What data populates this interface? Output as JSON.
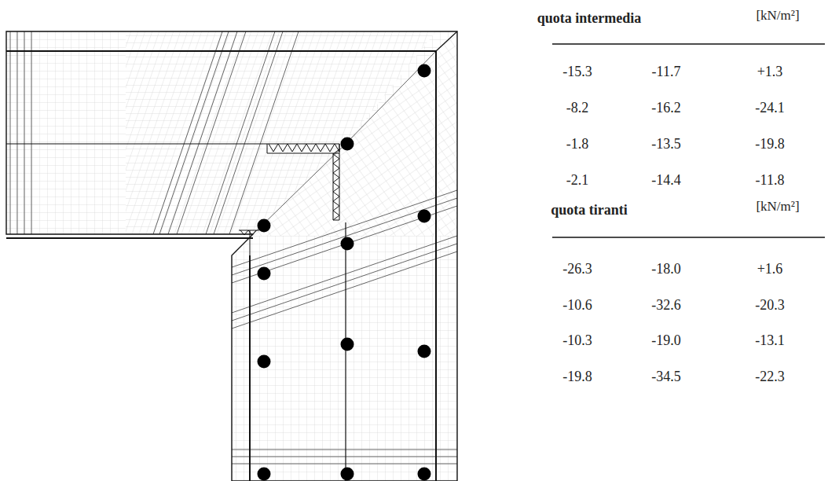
{
  "diagram": {
    "labels": [
      "quota intermedia",
      "[kN/m²]",
      "-15.3",
      "-11.7",
      "+1.3",
      "-8.2",
      "-16.2",
      "-24.1",
      "-1.8",
      "-13.5",
      "-19.8",
      "-2.1",
      "-14.4",
      "-11.8",
      "quota tiranti",
      "[kN/m²]",
      "-26.3",
      "-18.0",
      "+1.6",
      "-10.6",
      "-32.6",
      "-20.3",
      "-10.3",
      "-19.0",
      "-13.1",
      "-19.8",
      "-34.5",
      "-22.3"
    ]
  }
}
